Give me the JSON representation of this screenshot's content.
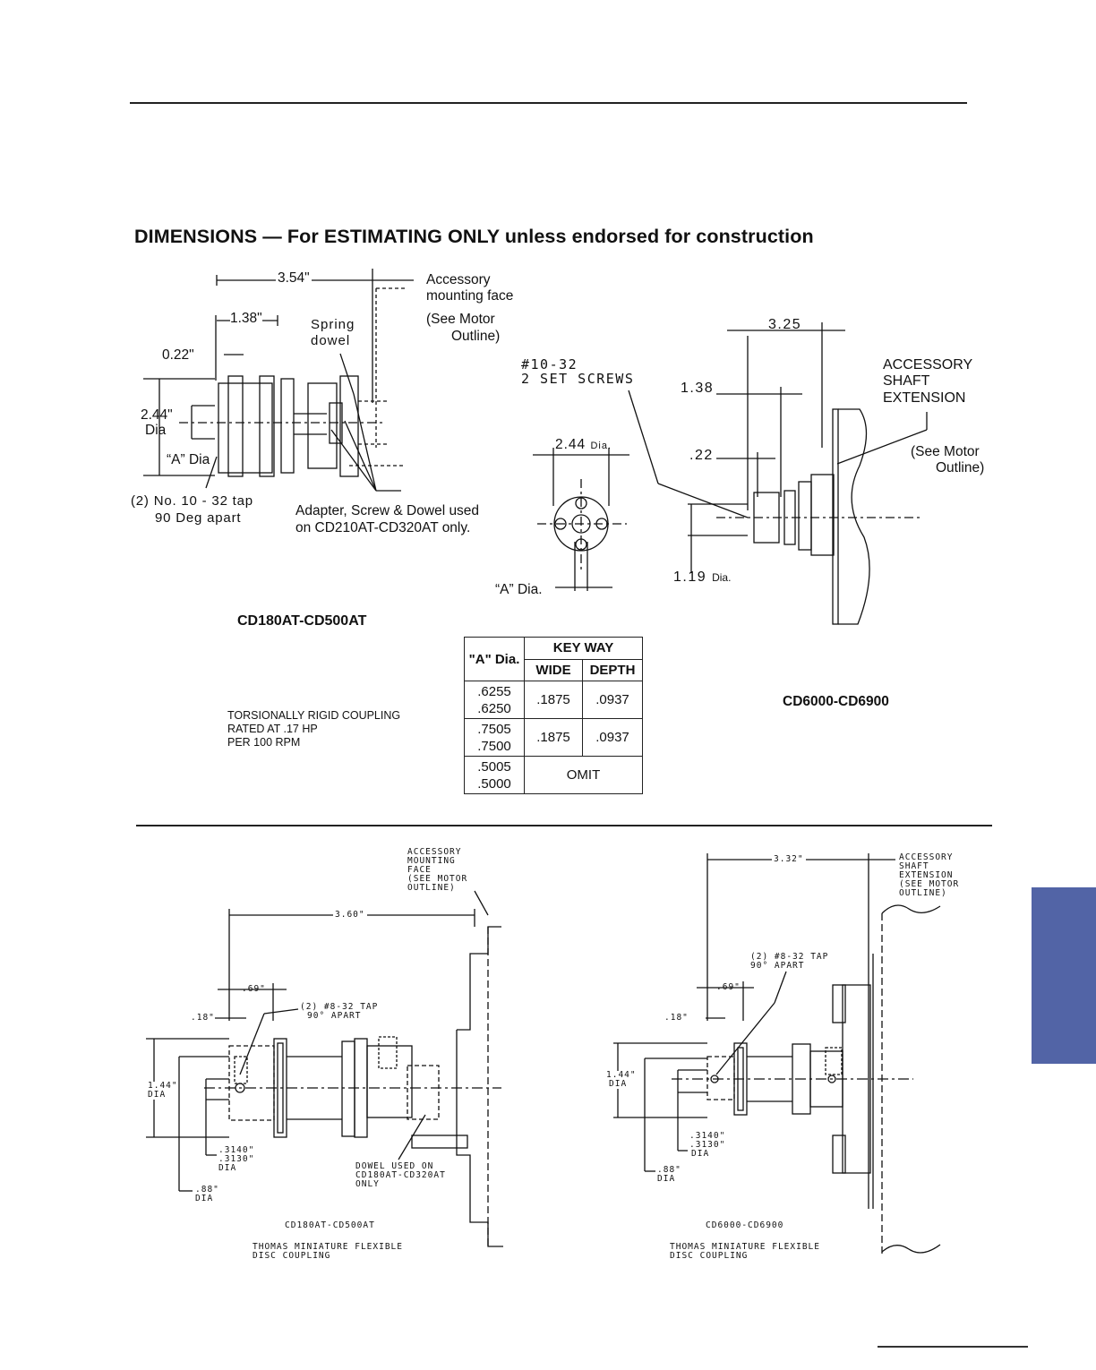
{
  "title": "DIMENSIONS — For ESTIMATING ONLY unless endorsed for construction",
  "top_left": {
    "dim_354": "3.54\"",
    "dim_138": "1.38\"",
    "dim_022": "0.22\"",
    "dim_244": "2.44\"",
    "dim_244_dia": "Dia",
    "a_dia": "“A” Dia",
    "accessory_1": "Accessory",
    "accessory_2": "mounting face",
    "see_motor_1": "(See Motor",
    "see_motor_2": "Outline)",
    "spring_1": "Spring",
    "spring_2": "dowel",
    "tap_1": "(2) No. 10 - 32 tap",
    "tap_2": "90 Deg apart",
    "adapter_1": "Adapter, Screw & Dowel used",
    "adapter_2": "on CD210AT-CD320AT only.",
    "model": "CD180AT-CD500AT",
    "torsion_1": "TORSIONALLY RIGID COUPLING",
    "torsion_2": "RATED AT .17 HP",
    "torsion_3": "PER 100 RPM"
  },
  "top_center": {
    "screws_1": "#10-32",
    "screws_2": "2 SET SCREWS",
    "dia_244": "2.44",
    "dia_word": "Dia.",
    "a_dia": "“A” Dia."
  },
  "top_right": {
    "dim_325": "3.25",
    "dim_138": "1.38",
    "dim_022": ".22",
    "dim_119": "1.19",
    "dia_word": "Dia.",
    "acc_1": "ACCESSORY",
    "acc_2": "SHAFT",
    "acc_3": "EXTENSION",
    "see_1": "(See Motor",
    "see_2": "Outline)",
    "model": "CD6000-CD6900"
  },
  "keyway_table": {
    "a_dia_header": "\"A\" Dia.",
    "keyway_header": "KEY WAY",
    "wide_header": "WIDE",
    "depth_header": "DEPTH",
    "rows": [
      {
        "a1": ".6255",
        "a2": ".6250",
        "wide": ".1875",
        "depth": ".0937"
      },
      {
        "a1": ".7505",
        "a2": ".7500",
        "wide": ".1875",
        "depth": ".0937"
      },
      {
        "a1": ".5005",
        "a2": ".5000",
        "omit": "OMIT"
      }
    ]
  },
  "bottom_left": {
    "acc_1": "ACCESSORY",
    "acc_2": "MOUNTING",
    "acc_3": "FACE",
    "acc_4": "(SEE MOTOR",
    "acc_5": "OUTLINE)",
    "dim_360": "3.60\"",
    "dim_069": ".69\"",
    "dim_018": ".18\"",
    "tap_1": "(2) #8-32 TAP",
    "tap_2": "90° APART",
    "dim_144": "1.44\"",
    "dia": "DIA",
    "bore_1": ".3140\"",
    "bore_2": ".3130\"",
    "bore_dia": "DIA",
    "dim_088": ".88\"",
    "dim_088_dia": "DIA",
    "dowel_1": "DOWEL USED ON",
    "dowel_2": "CD180AT-CD320AT",
    "dowel_3": "ONLY",
    "model": "CD180AT-CD500AT",
    "caption_1": "THOMAS MINIATURE FLEXIBLE",
    "caption_2": "DISC COUPLING"
  },
  "bottom_right": {
    "dim_332": "3.32\"",
    "acc_1": "ACCESSORY",
    "acc_2": "SHAFT",
    "acc_3": "EXTENSION",
    "acc_4": "(SEE MOTOR",
    "acc_5": "OUTLINE)",
    "tap_1": "(2) #8-32 TAP",
    "tap_2": "90° APART",
    "dim_069": ".69\"",
    "dim_018": ".18\"",
    "dim_144": "1.44\"",
    "dia": "DIA",
    "bore_1": ".3140\"",
    "bore_2": ".3130\"",
    "bore_dia": "DIA",
    "dim_088": ".88\"",
    "dim_088_dia": "DIA",
    "model": "CD6000-CD6900",
    "caption_1": "THOMAS MINIATURE FLEXIBLE",
    "caption_2": "DISC COUPLING"
  },
  "colors": {
    "side_tab": "#5264a6",
    "ink": "#111111"
  }
}
